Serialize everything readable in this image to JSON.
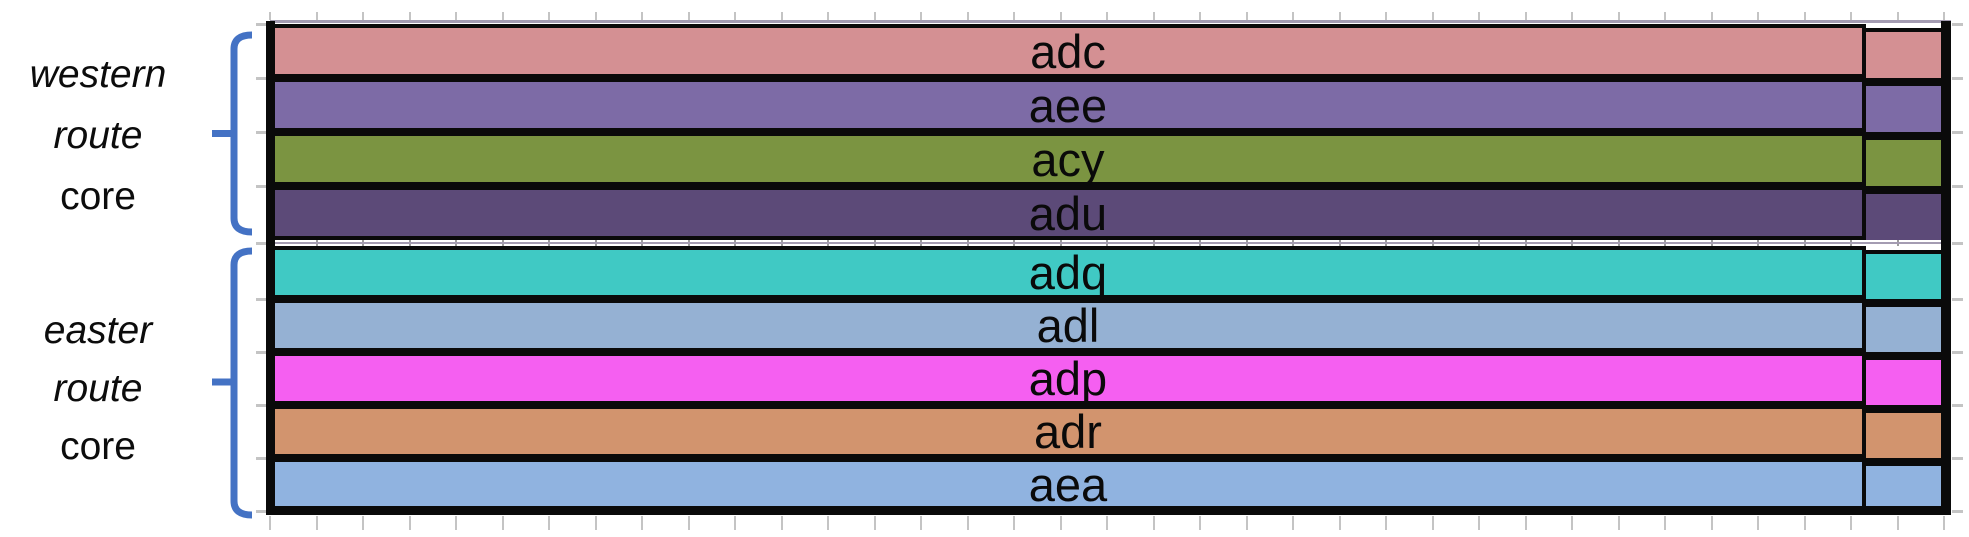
{
  "figure": {
    "background": "#FFFFFF",
    "bar_border_color": "#0A0A0A",
    "top_spine_color": "#A49CB2",
    "gap_spine_color": "#A49CB2",
    "tick_color": "#C4C4C4",
    "gap_tick_color": "#9C9C9C",
    "brace_color": "#4472C4",
    "text_color": "#0C0C0C"
  },
  "group_labels": [
    {
      "line1": "western",
      "line2": "route",
      "line3": "core"
    },
    {
      "line1": "easter",
      "line2": "route",
      "line3": "core"
    }
  ],
  "rows": [
    {
      "label": "adc",
      "color": "#D49093",
      "group": "western route core"
    },
    {
      "label": "aee",
      "color": "#7D6BA6",
      "group": "western route core"
    },
    {
      "label": "acy",
      "color": "#7B9441",
      "group": "western route core"
    },
    {
      "label": "adu",
      "color": "#5C4A78",
      "group": "western route core"
    },
    {
      "label": "adq",
      "color": "#40C9C4",
      "group": "easter route core"
    },
    {
      "label": "adl",
      "color": "#95B1D3",
      "group": "easter route core"
    },
    {
      "label": "adp",
      "color": "#F55FF1",
      "group": "easter route core"
    },
    {
      "label": "adr",
      "color": "#D2946E",
      "group": "easter route core"
    },
    {
      "label": "aea",
      "color": "#90B3E0",
      "group": "easter route core"
    }
  ],
  "chart_data": {
    "type": "bar",
    "orientation": "horizontal",
    "title": "",
    "xlabel": "",
    "ylabel": "",
    "categories": [
      "adc",
      "aee",
      "acy",
      "adu",
      "adq",
      "adl",
      "adp",
      "adr",
      "aea"
    ],
    "series": [
      {
        "name": "main-segment",
        "values": [
          0.95,
          0.95,
          0.95,
          0.95,
          0.95,
          0.95,
          0.95,
          0.95,
          0.95
        ]
      },
      {
        "name": "end-segment",
        "values": [
          0.05,
          0.05,
          0.05,
          0.05,
          0.05,
          0.05,
          0.05,
          0.05,
          0.05
        ]
      }
    ],
    "bar_colors": [
      "#D49093",
      "#7D6BA6",
      "#7B9441",
      "#5C4A78",
      "#40C9C4",
      "#95B1D3",
      "#F55FF1",
      "#D2946E",
      "#90B3E0"
    ],
    "row_groups": [
      {
        "label": "western route core",
        "categories": [
          "adc",
          "aee",
          "acy",
          "adu"
        ]
      },
      {
        "label": "easter route core",
        "categories": [
          "adq",
          "adl",
          "adp",
          "adr",
          "aea"
        ]
      }
    ],
    "xlim": [
      0,
      1
    ],
    "axis_tick_labels_visible": false,
    "grid": false,
    "legend": false,
    "ticks": "all four sides, unlabeled"
  }
}
